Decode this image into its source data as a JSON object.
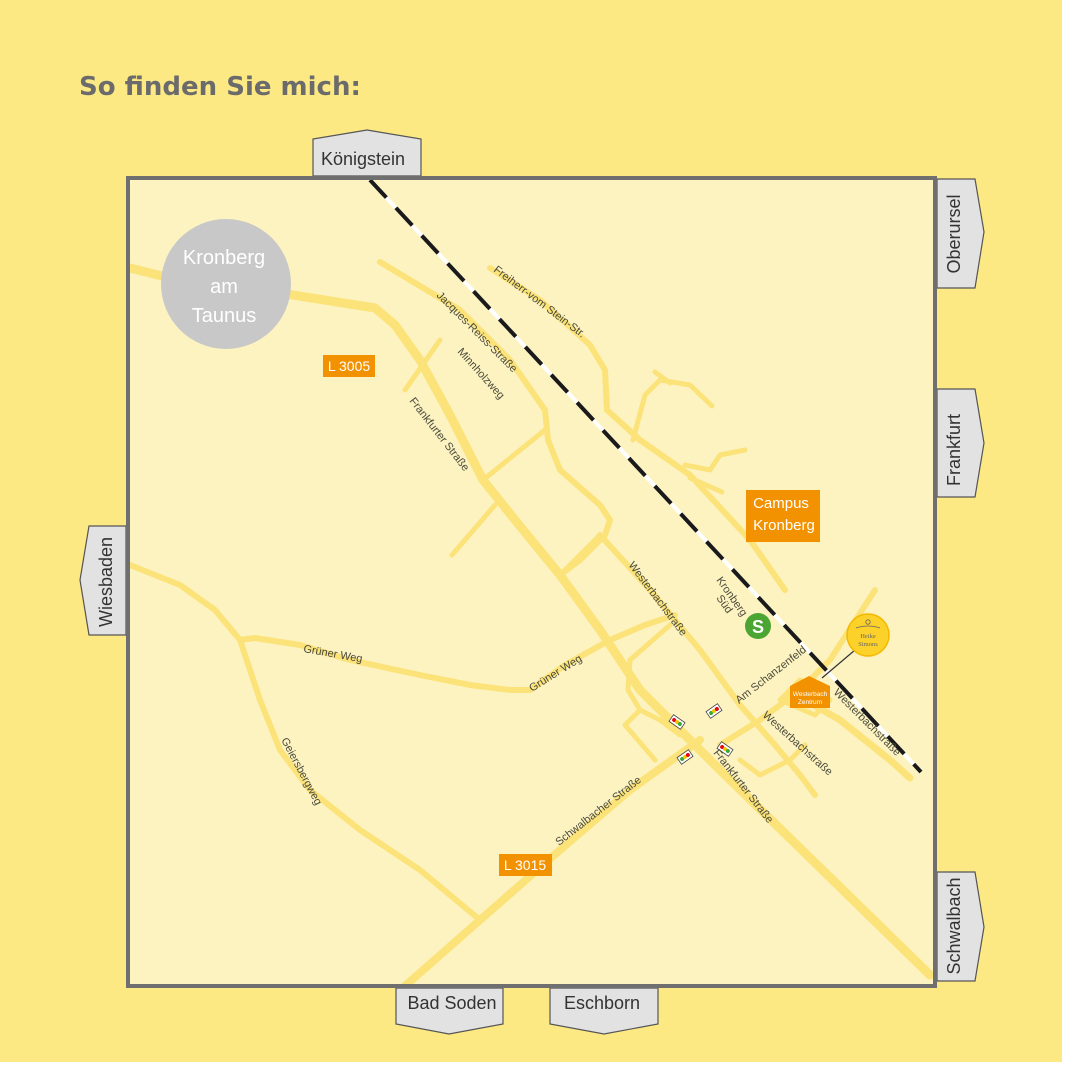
{
  "heading": "So finden Sie mich:",
  "colors": {
    "page_background": "#fde983",
    "map_background": "#fdf3c1",
    "road": "#fbe37a",
    "frame": "#6f6f6f",
    "badge_orange": "#f39200",
    "s_bahn_green": "#4aa533",
    "town_circle": "#c8c8c8"
  },
  "town": {
    "name_line1": "Kronberg",
    "name_line2": "am",
    "name_line3": "Taunus"
  },
  "directions": {
    "north": "Königstein",
    "east_top": "Oberursel",
    "east_middle": "Frankfurt",
    "west": "Wiesbaden",
    "east_bottom": "Schwalbach",
    "south_left": "Bad Soden",
    "south_right": "Eschborn"
  },
  "route_badges": {
    "l3005": "L 3005",
    "l3015": "L 3015"
  },
  "campus": {
    "line1": "Campus",
    "line2": "Kronberg"
  },
  "station": {
    "line1": "Kronberg",
    "line2": "Süd",
    "symbol": "S",
    "icon": "s-bahn-icon"
  },
  "center": {
    "line1": "Westerbach",
    "line2": "Zentrum",
    "icon": "building-marker-icon"
  },
  "logo": {
    "line1": "Heike",
    "line2": "Simons",
    "icon": "person-logo-icon"
  },
  "streets": {
    "freiherr": "Freiherr-vom Stein-Str.",
    "jacques": "Jacques-Reiss-Straße",
    "minnholz": "Minnholzweg",
    "frankfurter_north": "Frankfurter Straße",
    "westerbach_mid": "Westerbachstraße",
    "gruener_west": "Grüner Weg",
    "gruener_east": "Grüner Weg",
    "schanzenfeld": "Am Schanzenfeld",
    "westerbach_east": "Westerbachstraße",
    "westerbach_south": "Westerbachstraße",
    "frankfurter_south": "Frankfurter Straße",
    "schwalbacher": "Schwalbacher Straße",
    "geiersberg": "Geiersbergweg"
  },
  "traffic_lights": {
    "icon": "traffic-light-icon",
    "count": 4
  },
  "railway": {
    "icon": "railway-line-icon"
  }
}
